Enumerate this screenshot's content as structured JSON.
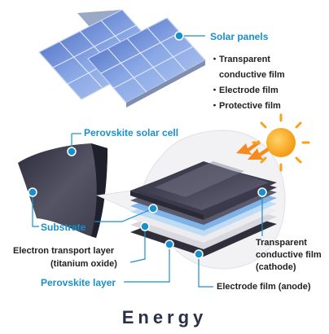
{
  "labels": {
    "solar_panels": "Solar panels",
    "panel_layers": [
      "Transparent",
      "conductive film",
      "Electrode film",
      "Protective film"
    ],
    "perovskite_cell": "Perovskite solar cell",
    "substrate": "Substrate",
    "electron_transport_1": "Electron transport layer",
    "electron_transport_2": "(titanium oxide)",
    "perovskite_layer": "Perovskite layer",
    "transparent_film_1": "Transparent",
    "transparent_film_2": "conductive film",
    "transparent_film_3": "(cathode)",
    "electrode_anode": "Electrode film (anode)"
  },
  "caption": "Energy",
  "colors": {
    "accent": "#1a8fc9",
    "panel_blue": "#6b8fd6",
    "cell_dark": "#3a3a4a",
    "layer_light_blue": "#a9cff0",
    "sun": "#f7a21b"
  }
}
